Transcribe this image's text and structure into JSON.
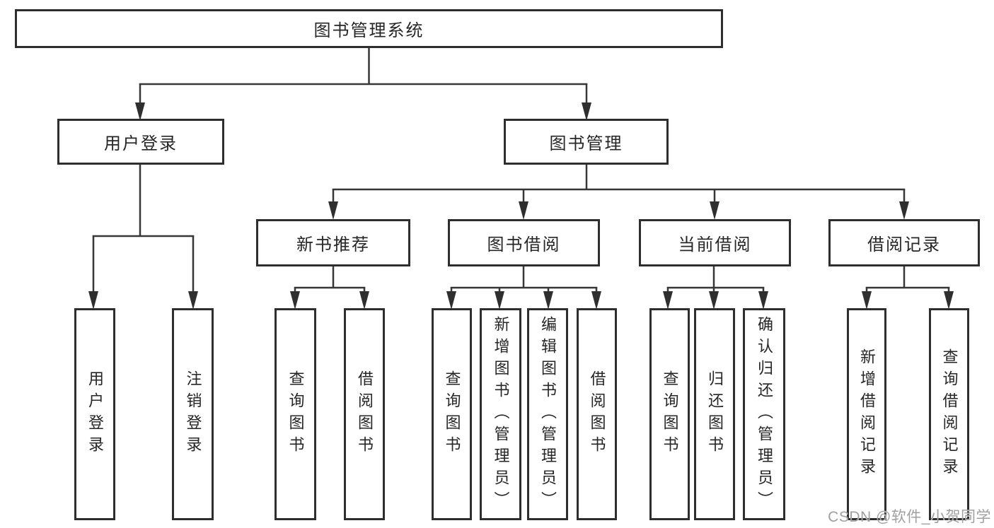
{
  "diagram": {
    "root": {
      "label": "图书管理系统",
      "children": [
        {
          "label": "用户登录",
          "children": [
            {
              "label": "用户登录"
            },
            {
              "label": "注销登录"
            }
          ]
        },
        {
          "label": "图书管理",
          "children": [
            {
              "label": "新书推荐",
              "children": [
                {
                  "label": "查询图书"
                },
                {
                  "label": "借阅图书"
                }
              ]
            },
            {
              "label": "图书借阅",
              "children": [
                {
                  "label": "查询图书"
                },
                {
                  "label": "新增图书（管理员）"
                },
                {
                  "label": "编辑图书（管理员）"
                },
                {
                  "label": "借阅图书"
                }
              ]
            },
            {
              "label": "当前借阅",
              "children": [
                {
                  "label": "查询图书"
                },
                {
                  "label": "归还图书"
                },
                {
                  "label": "确认归还（管理员）"
                }
              ]
            },
            {
              "label": "借阅记录",
              "children": [
                {
                  "label": "新增借阅记录"
                },
                {
                  "label": "查询借阅记录"
                }
              ]
            }
          ]
        }
      ]
    }
  },
  "watermark": {
    "text": "CSDN @软件_小贺同学"
  },
  "colors": {
    "background": "#ffffff",
    "box_border": "#2e2e2e",
    "connector": "#373737",
    "text": "#262626",
    "watermark_text": "#a0a0a0"
  }
}
